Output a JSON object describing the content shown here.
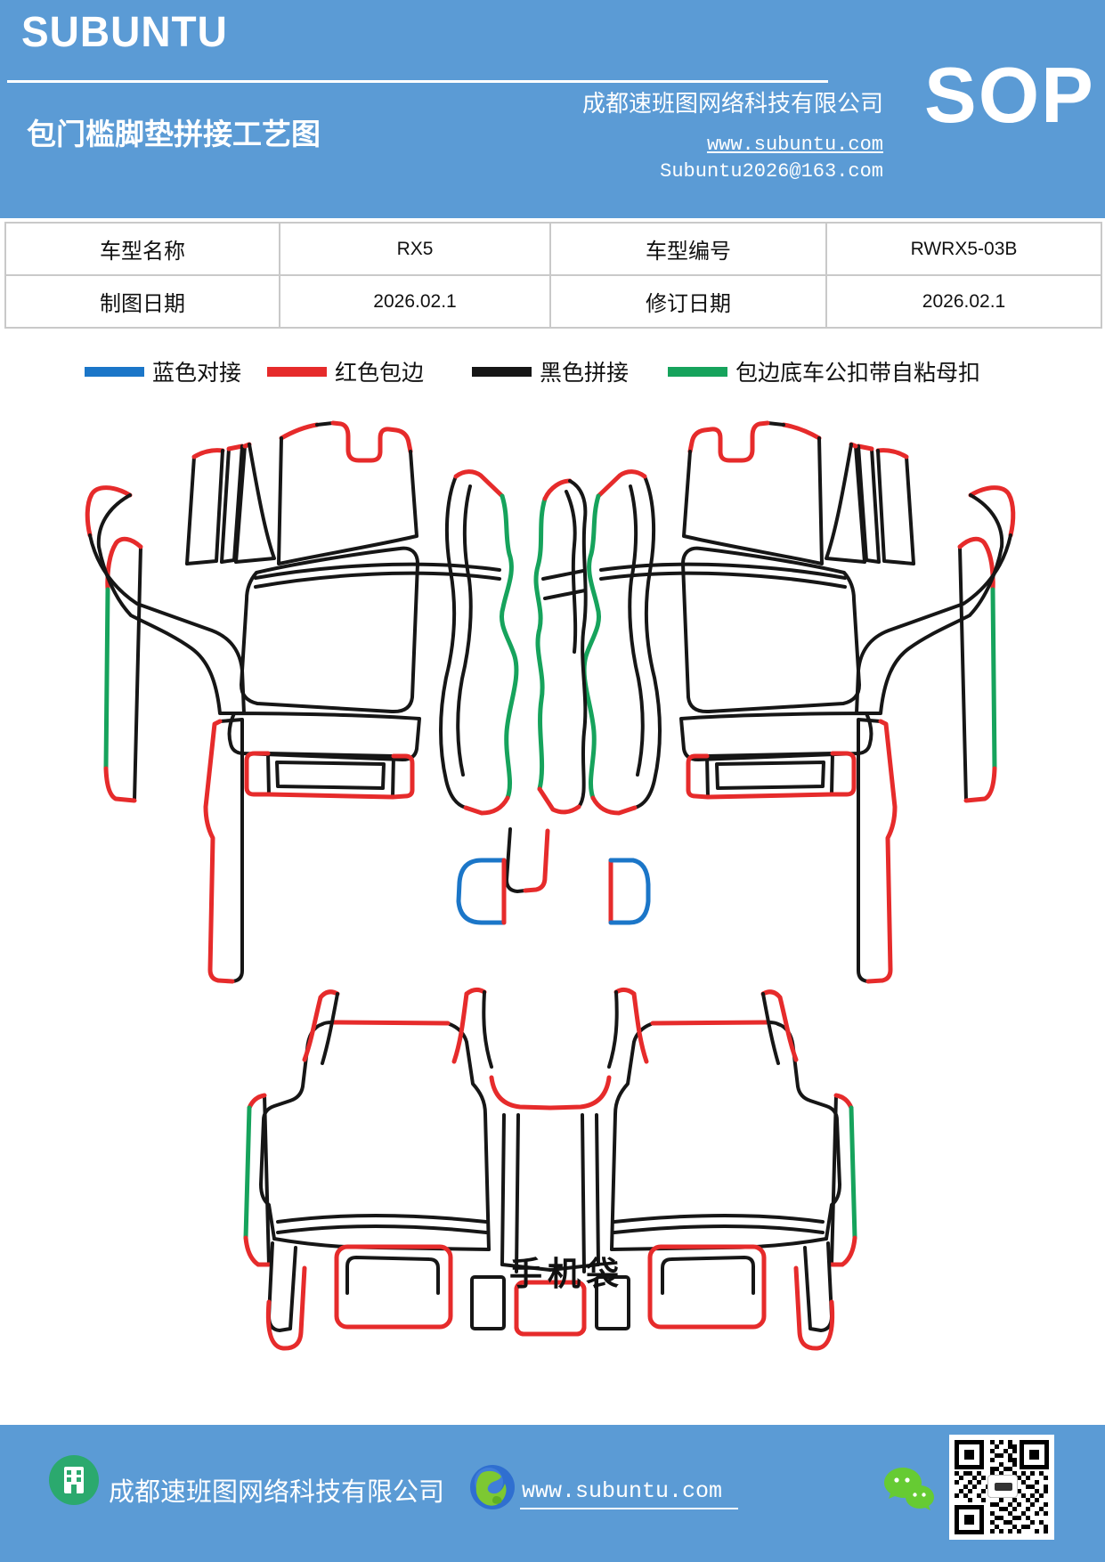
{
  "colors": {
    "band_blue": "#5B9BD5",
    "line_blue": "#1B76C8",
    "line_red": "#E62B2B",
    "line_black": "#161616",
    "line_green": "#16A35C"
  },
  "header": {
    "logo": "SUBUNTU",
    "title": "包门槛脚垫拼接工艺图",
    "company": "成都速班图网络科技有限公司",
    "website": "www.subuntu.com",
    "email": "Subuntu2026@163.com",
    "sop_label": "SOP"
  },
  "info_table": {
    "rows": [
      {
        "cells": [
          "车型名称",
          "RX5",
          "车型编号",
          "RWRX5-03B"
        ]
      },
      {
        "cells": [
          "制图日期",
          "2026.02.1",
          "修订日期",
          "2026.02.1"
        ]
      }
    ]
  },
  "legend": {
    "items": [
      {
        "label": "蓝色对接",
        "color": "#1B76C8"
      },
      {
        "label": "红色包边",
        "color": "#E62B2B"
      },
      {
        "label": "黑色拼接",
        "color": "#161616"
      },
      {
        "label": "包边底车公扣带自粘母扣",
        "color": "#16A35C"
      }
    ]
  },
  "diagram": {
    "phone_pocket_label": "手机袋"
  },
  "footer": {
    "company": "成都速班图网络科技有限公司",
    "website": "www.subuntu.com"
  }
}
